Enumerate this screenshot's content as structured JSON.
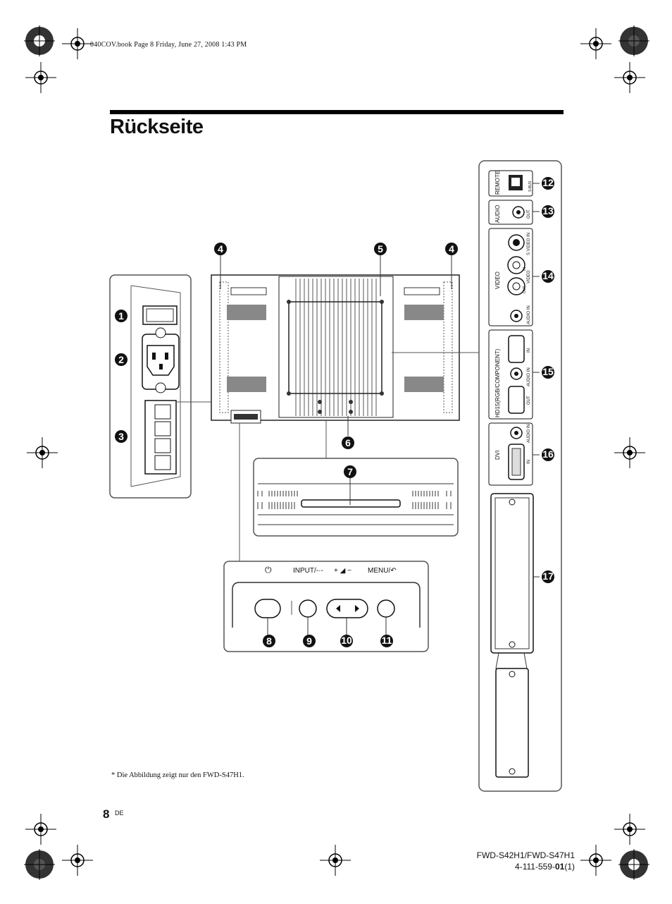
{
  "print_meta": "040COV.book  Page 8  Friday, June 27, 2008  1:43 PM",
  "title": "Rückseite",
  "callouts": [
    "1",
    "2",
    "3",
    "4",
    "4",
    "5",
    "6",
    "7",
    "8",
    "9",
    "10",
    "11",
    "12",
    "13",
    "14",
    "15",
    "16",
    "17"
  ],
  "control_panel": {
    "power_symbol": "⏻",
    "input_label": "INPUT/-·-",
    "volume_label": "+ ◢ −",
    "menu_label": "MENU/↶"
  },
  "side_panel": {
    "remote": "REMOTE",
    "remote_sub": "S-BUS",
    "audio": "AUDIO",
    "audio_out": "OUT",
    "video": "VIDEO",
    "s_video_in": "S VIDEO IN",
    "video_in": "IN",
    "video_out": "OUT",
    "video_jacks": "VIDEO",
    "audio_in": "AUDIO IN",
    "hd15": "HD15(RGB/COMPONENT)",
    "hd15_in": "IN",
    "hd15_audio_in": "AUDIO IN",
    "hd15_out": "OUT",
    "dvi": "DVI",
    "dvi_audio_in": "AUDIO IN",
    "dvi_in": "IN"
  },
  "footnote": "*  Die Abbildung zeigt nur den FWD-S47H1.",
  "page_number": "8",
  "page_lang": "DE",
  "model": "FWD-S42H1/FWD-S47H1",
  "code_prefix": "4-111-559-",
  "code_bold": "01",
  "code_suffix": "(1)"
}
